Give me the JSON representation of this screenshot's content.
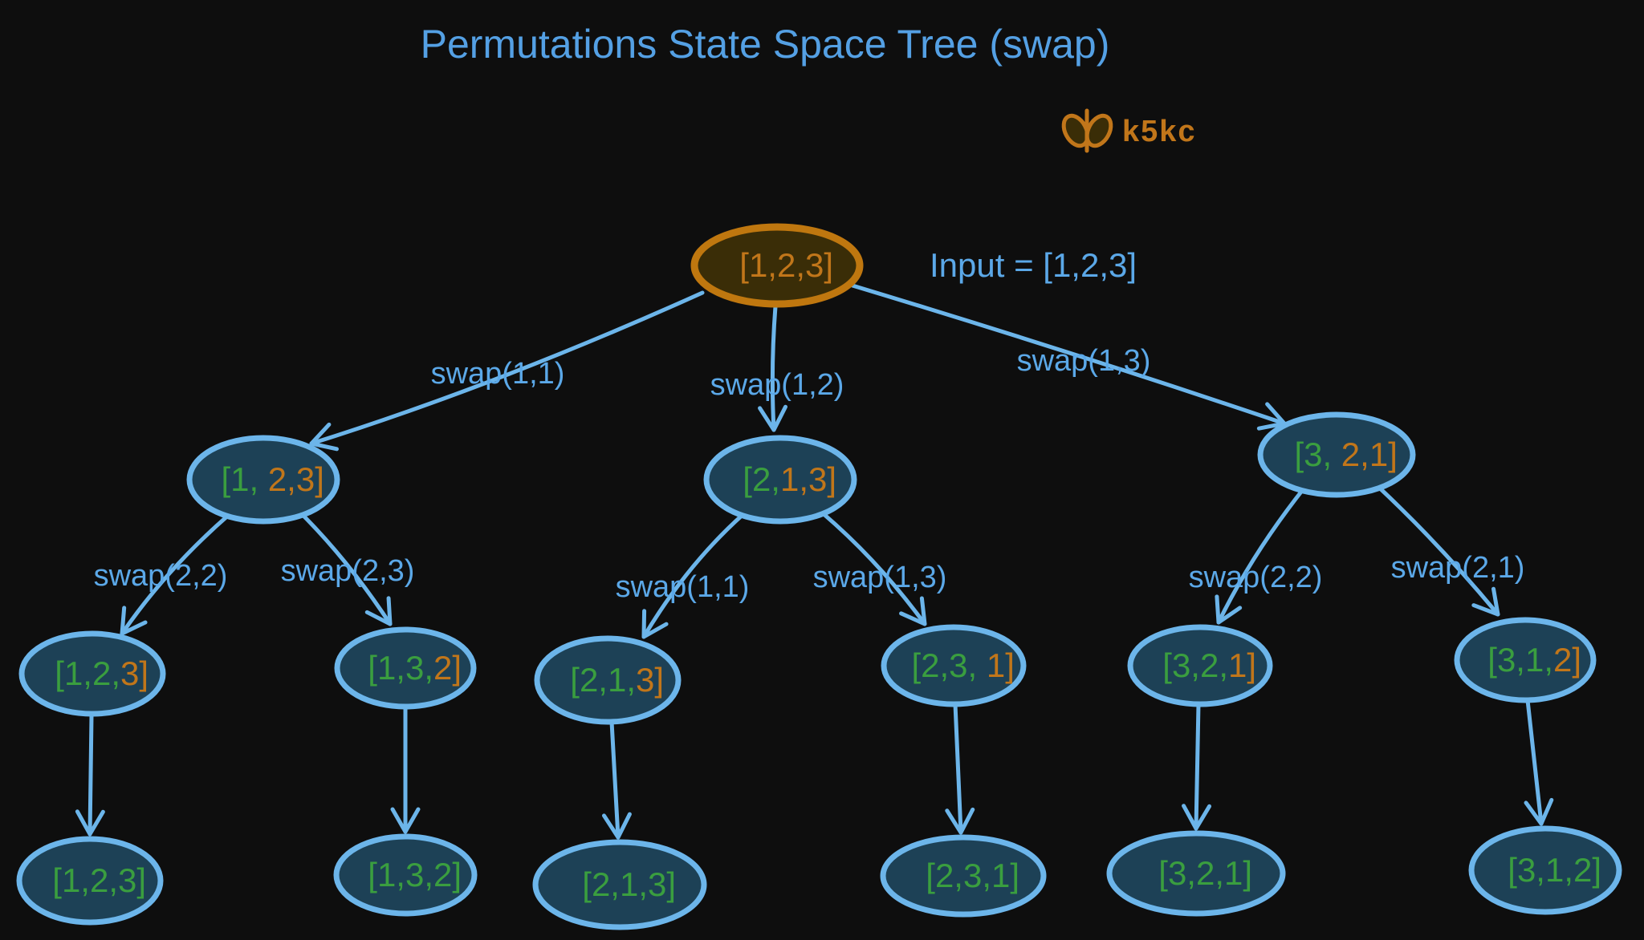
{
  "title": "Permutations State Space Tree (swap)",
  "logo": {
    "text": "k5kc"
  },
  "input_annotation": "Input = [1,2,3]",
  "colors": {
    "background": "#0e0e0e",
    "title_blue": "#54a0e4",
    "edge_blue": "#6cb5ea",
    "label_blue": "#5ba8e8",
    "node_fill": "#1d4156",
    "node_stroke": "#6cb5ea",
    "root_fill": "#3a2d07",
    "root_stroke": "#bf770f",
    "green": "#3a9e3f",
    "orange": "#c1761a"
  },
  "tree": {
    "root": {
      "orange": "[1,2,3]"
    },
    "level1_edges": [
      {
        "label": "swap(1,1)"
      },
      {
        "label": "swap(1,2)"
      },
      {
        "label": "swap(1,3)"
      }
    ],
    "level2_nodes": [
      {
        "green": "[1,",
        "orange": " 2,3]"
      },
      {
        "green": "[2,",
        "orange": "1,3]"
      },
      {
        "green": "[3,",
        "orange": " 2,1]"
      }
    ],
    "level2_edges": [
      {
        "label": "swap(2,2)"
      },
      {
        "label": "swap(2,3)"
      },
      {
        "label": "swap(1,1)"
      },
      {
        "label": "swap(1,3)"
      },
      {
        "label": "swap(2,2)"
      },
      {
        "label": "swap(2,1)"
      }
    ],
    "level3_nodes": [
      {
        "green": "[1,2,",
        "orange": "3]"
      },
      {
        "green": "[1,3,",
        "orange": "2]"
      },
      {
        "green": "[2,1,",
        "orange": "3]"
      },
      {
        "green": "[2,3,",
        "orange": " 1]"
      },
      {
        "green": "[3,2,",
        "orange": "1]"
      },
      {
        "green": "[3,1,",
        "orange": "2]"
      }
    ],
    "leaf_nodes": [
      {
        "green": "[1,2,3]"
      },
      {
        "green": "[1,3,2]"
      },
      {
        "green": "[2,1,3]"
      },
      {
        "green": "[2,3,1]"
      },
      {
        "green": "[3,2,1]"
      },
      {
        "green": "[3,1,2]"
      }
    ]
  }
}
